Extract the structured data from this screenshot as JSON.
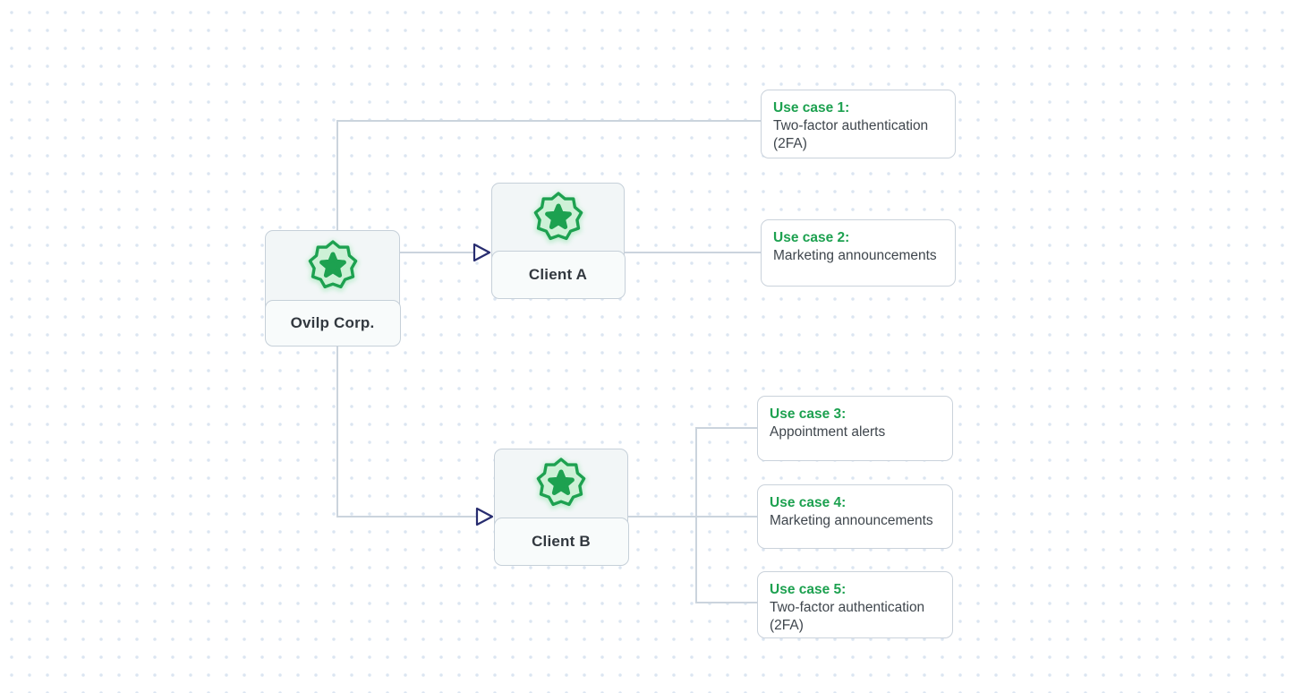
{
  "diagram": {
    "company": {
      "label": "Ovilp Corp."
    },
    "clients": [
      {
        "label": "Client A"
      },
      {
        "label": "Client B"
      }
    ],
    "use_cases": [
      {
        "title": "Use case 1:",
        "description": "Two-factor authentication (2FA)"
      },
      {
        "title": "Use case 2:",
        "description": "Marketing announcements"
      },
      {
        "title": "Use case 3:",
        "description": "Appointment alerts"
      },
      {
        "title": "Use case 4:",
        "description": "Marketing announcements"
      },
      {
        "title": "Use case 5:",
        "description": "Two-factor authentication (2FA)"
      }
    ],
    "icon": "badge-seal-star-icon"
  },
  "colors": {
    "accent_green": "#1da150",
    "badge_fill": "#cdf1d6",
    "badge_glow": "#9fe7b6",
    "line_color": "#cbd4dd",
    "arrow_color": "#272c6f",
    "body_text": "#3f464d",
    "node_text": "#32383f",
    "node_border": "#c6d0d9",
    "node_fill": "#f2f6f7",
    "label_fill": "#f8fbfb",
    "card_border": "#cad2db",
    "dot_color": "#dbe5f1"
  }
}
